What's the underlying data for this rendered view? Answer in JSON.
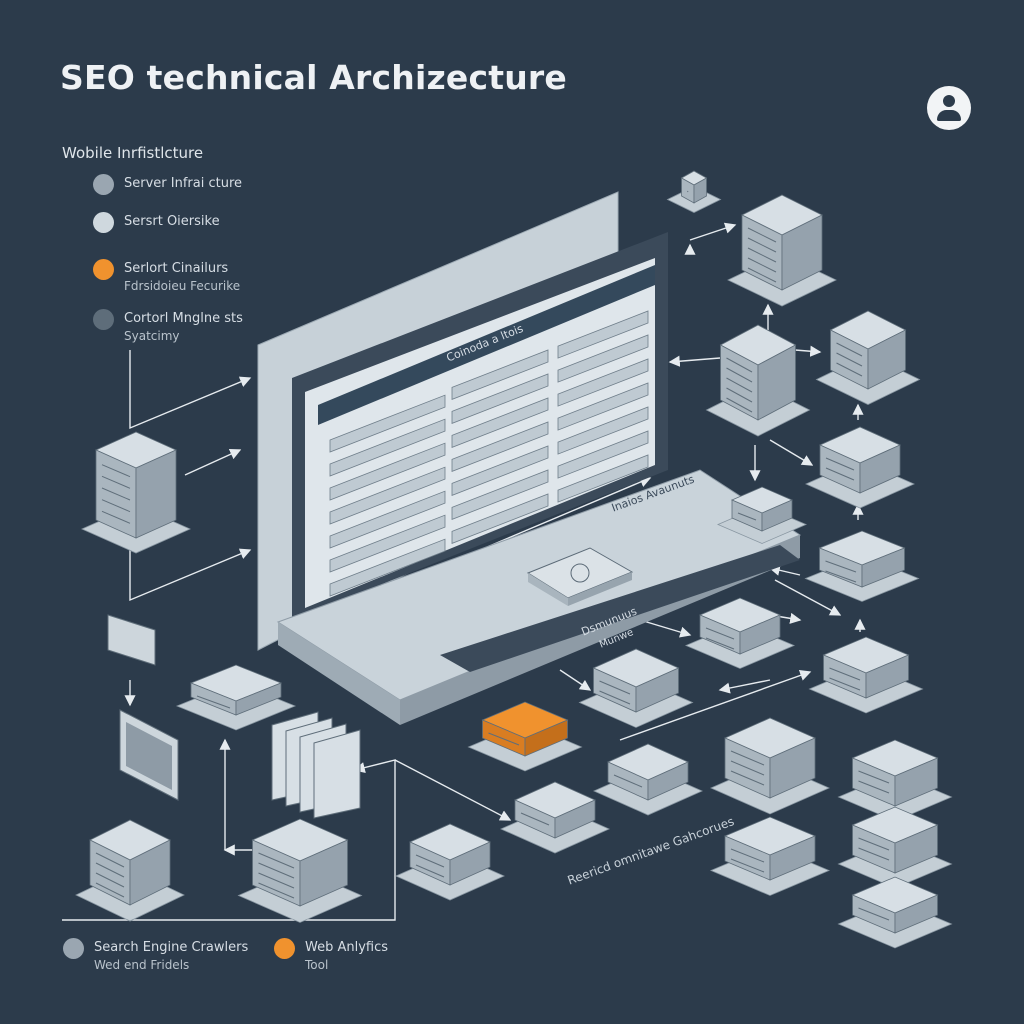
{
  "title": "SEO technical Archizecture",
  "user_icon": "user-avatar-icon",
  "legend": {
    "title": "Wobile Inrfistlcture",
    "items": [
      {
        "label": "Server Infrai cture",
        "sub": "",
        "color": "#9aa6b1"
      },
      {
        "label": "Sersrt Oiersike",
        "sub": "",
        "color": "#cfd8de"
      },
      {
        "label": "Serlort Cinailurs",
        "sub": "Fdrsidoieu Fecurike",
        "color": "#f0922e"
      },
      {
        "label": "Cortorl Mnglne sts",
        "sub": "Syatcimy",
        "color": "#5e6d7a"
      }
    ]
  },
  "bottom_legend": [
    {
      "label": "Search Engine Crawlers",
      "sub": "Wed end Fridels",
      "color": "#9aa6b1"
    },
    {
      "label": "Web Anlyfics",
      "sub": "Tool",
      "color": "#f0922e"
    }
  ],
  "screen": {
    "header_label": "Coinoda a ltois",
    "keyboard_label": "Inaios Avaunuts",
    "base_label": "Dsmunuus",
    "base_sublabel": "Munwe"
  },
  "captions": {
    "cluster": "Reericd omnitawe Gahcorues"
  },
  "colors": {
    "background": "#2c3b4b",
    "device_light": "#d5dde3",
    "device_dark": "#3b4a5a",
    "accent": "#f0922e"
  }
}
